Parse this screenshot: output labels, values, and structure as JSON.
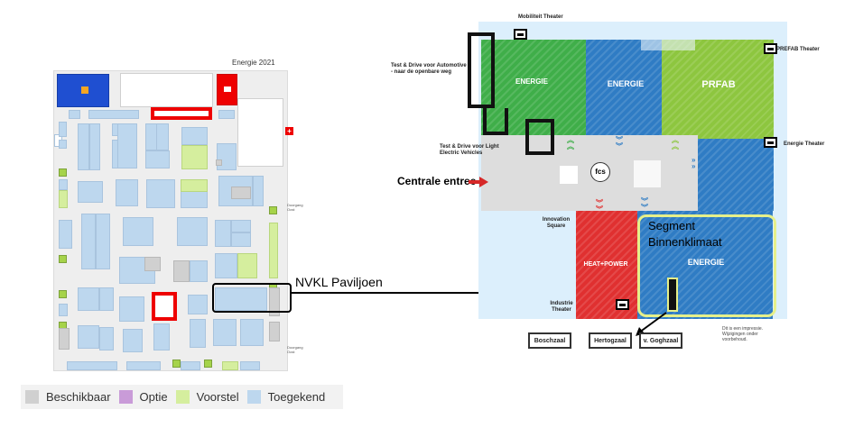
{
  "left_plan": {
    "title": "Energie 2021",
    "side_labels": [
      "Doorgang Oost",
      "Doorgang Oost"
    ]
  },
  "legend": [
    {
      "label": "Beschikbaar",
      "color": "#d0d0d0"
    },
    {
      "label": "Optie",
      "color": "#c99bd8"
    },
    {
      "label": "Voorstel",
      "color": "#d5ee9e"
    },
    {
      "label": "Toegekend",
      "color": "#bdd7ee"
    }
  ],
  "callout": {
    "label": "NVKL Paviljoen"
  },
  "right_plan": {
    "theaters": {
      "mobiliteit": "Mobiliteit Theater",
      "prefab": "PREFAB Theater",
      "energie": "Energie Theater",
      "industrie": "Industrie Theater"
    },
    "test_drive_auto": "Test & Drive voor Automotive - naar de openbare weg",
    "test_drive_lev": "Test & Drive voor Light Electric Vehicles",
    "centrale_entree": "Centrale entree",
    "innovation_square": "Innovation Square",
    "segment": "Segment Binnenklimaat",
    "brands": {
      "green": "ENERGIE",
      "blue_top": "ENERGIE",
      "lime": "PRFAB",
      "red": "HEAT+POWER",
      "blue_bottom": "ENERGIE",
      "fcs": "fcs"
    },
    "halls": [
      "Boschzaal",
      "Hertogzaal",
      "v. Goghzaal"
    ],
    "note": "Dit is een impressie. Wijzigingen onder voorbehoud."
  },
  "colors": {
    "green_zone": "#3fae49",
    "blue_zone": "#2f7cc4",
    "lime_zone": "#8dc63f",
    "red_zone": "#e03030",
    "segment_outline": "#e6f08a",
    "entrance_arrow": "#d62828"
  }
}
